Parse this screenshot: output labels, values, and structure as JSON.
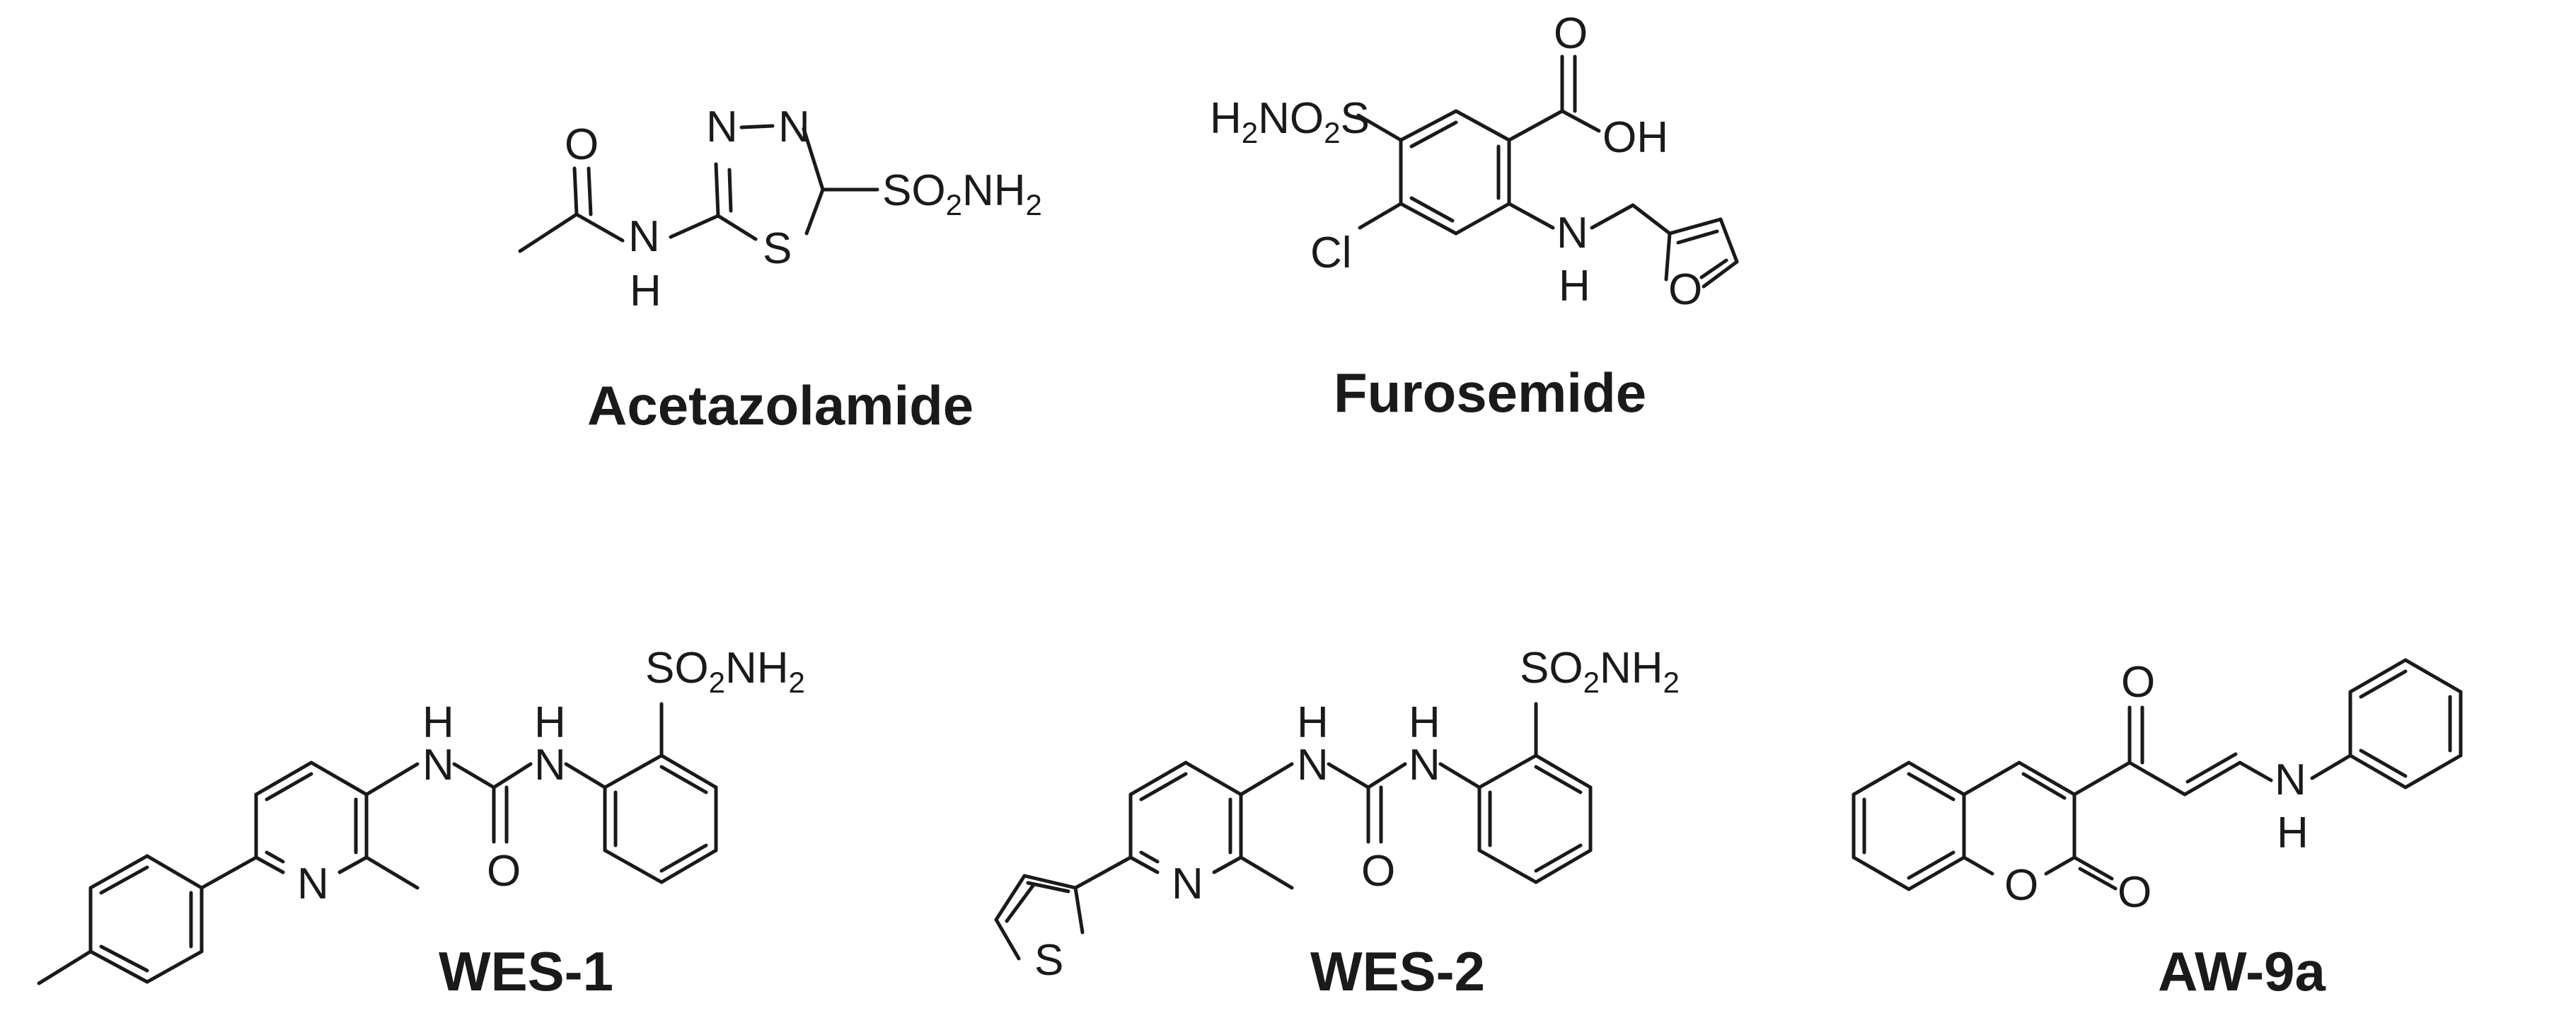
{
  "compounds": [
    {
      "id": "acetazolamide",
      "name": "Acetazolamide",
      "atoms": {
        "o": "O",
        "nh_n": "N",
        "nh_h": "H",
        "n1": "N",
        "n2": "N",
        "s": "S",
        "so2nh2": {
          "a": "SO",
          "b": "2",
          "c": "NH",
          "d": "2"
        }
      }
    },
    {
      "id": "furosemide",
      "name": "Furosemide",
      "atoms": {
        "h2no2s": {
          "a": "H",
          "b": "2",
          "c": "NO",
          "d": "2",
          "e": "S"
        },
        "o_carbonyl": "O",
        "oh": "OH",
        "cl": "Cl",
        "nh_n": "N",
        "nh_h": "H",
        "o_furan": "O"
      }
    },
    {
      "id": "wes1",
      "name": "WES-1",
      "atoms": {
        "h1": "H",
        "h2": "H",
        "n_urea1": "N",
        "n_urea2": "N",
        "o": "O",
        "n_py": "N",
        "so2nh2": {
          "a": "SO",
          "b": "2",
          "c": "NH",
          "d": "2"
        }
      }
    },
    {
      "id": "wes2",
      "name": "WES-2",
      "atoms": {
        "h1": "H",
        "h2": "H",
        "n_urea1": "N",
        "n_urea2": "N",
        "o": "O",
        "n_py": "N",
        "s_thio": "S",
        "so2nh2": {
          "a": "SO",
          "b": "2",
          "c": "NH",
          "d": "2"
        }
      }
    },
    {
      "id": "aw9a",
      "name": "AW-9a",
      "atoms": {
        "o_ketone": "O",
        "o_ring": "O",
        "o_lactone": "O",
        "nh_n": "N",
        "nh_h": "H"
      }
    }
  ]
}
